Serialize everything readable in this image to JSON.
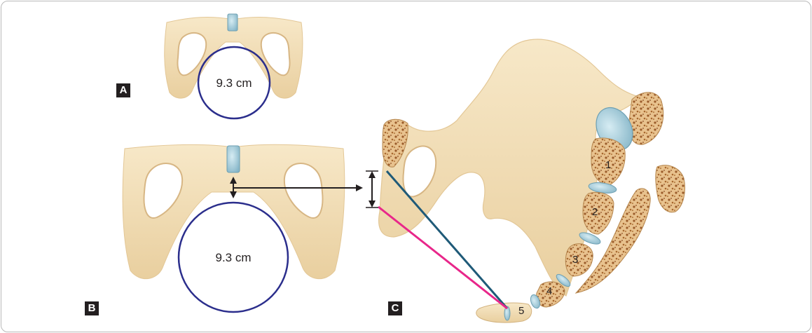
{
  "figure": {
    "panels": {
      "a": {
        "label": "A",
        "measurement": "9.3 cm"
      },
      "b": {
        "label": "B",
        "measurement": "9.3 cm"
      },
      "c": {
        "label": "C"
      }
    },
    "vertebra_numbers": [
      "1",
      "2",
      "3",
      "4",
      "5"
    ],
    "colors": {
      "bone": "#f2deb7",
      "bone_shadow": "#d8b98a",
      "cartilage": "#9cc6d6",
      "circle": "#2b2e8c",
      "teal_line": "#1f5a78",
      "pink_line": "#e8268a",
      "arrow": "#231f20",
      "label_bg": "#231f20"
    }
  }
}
